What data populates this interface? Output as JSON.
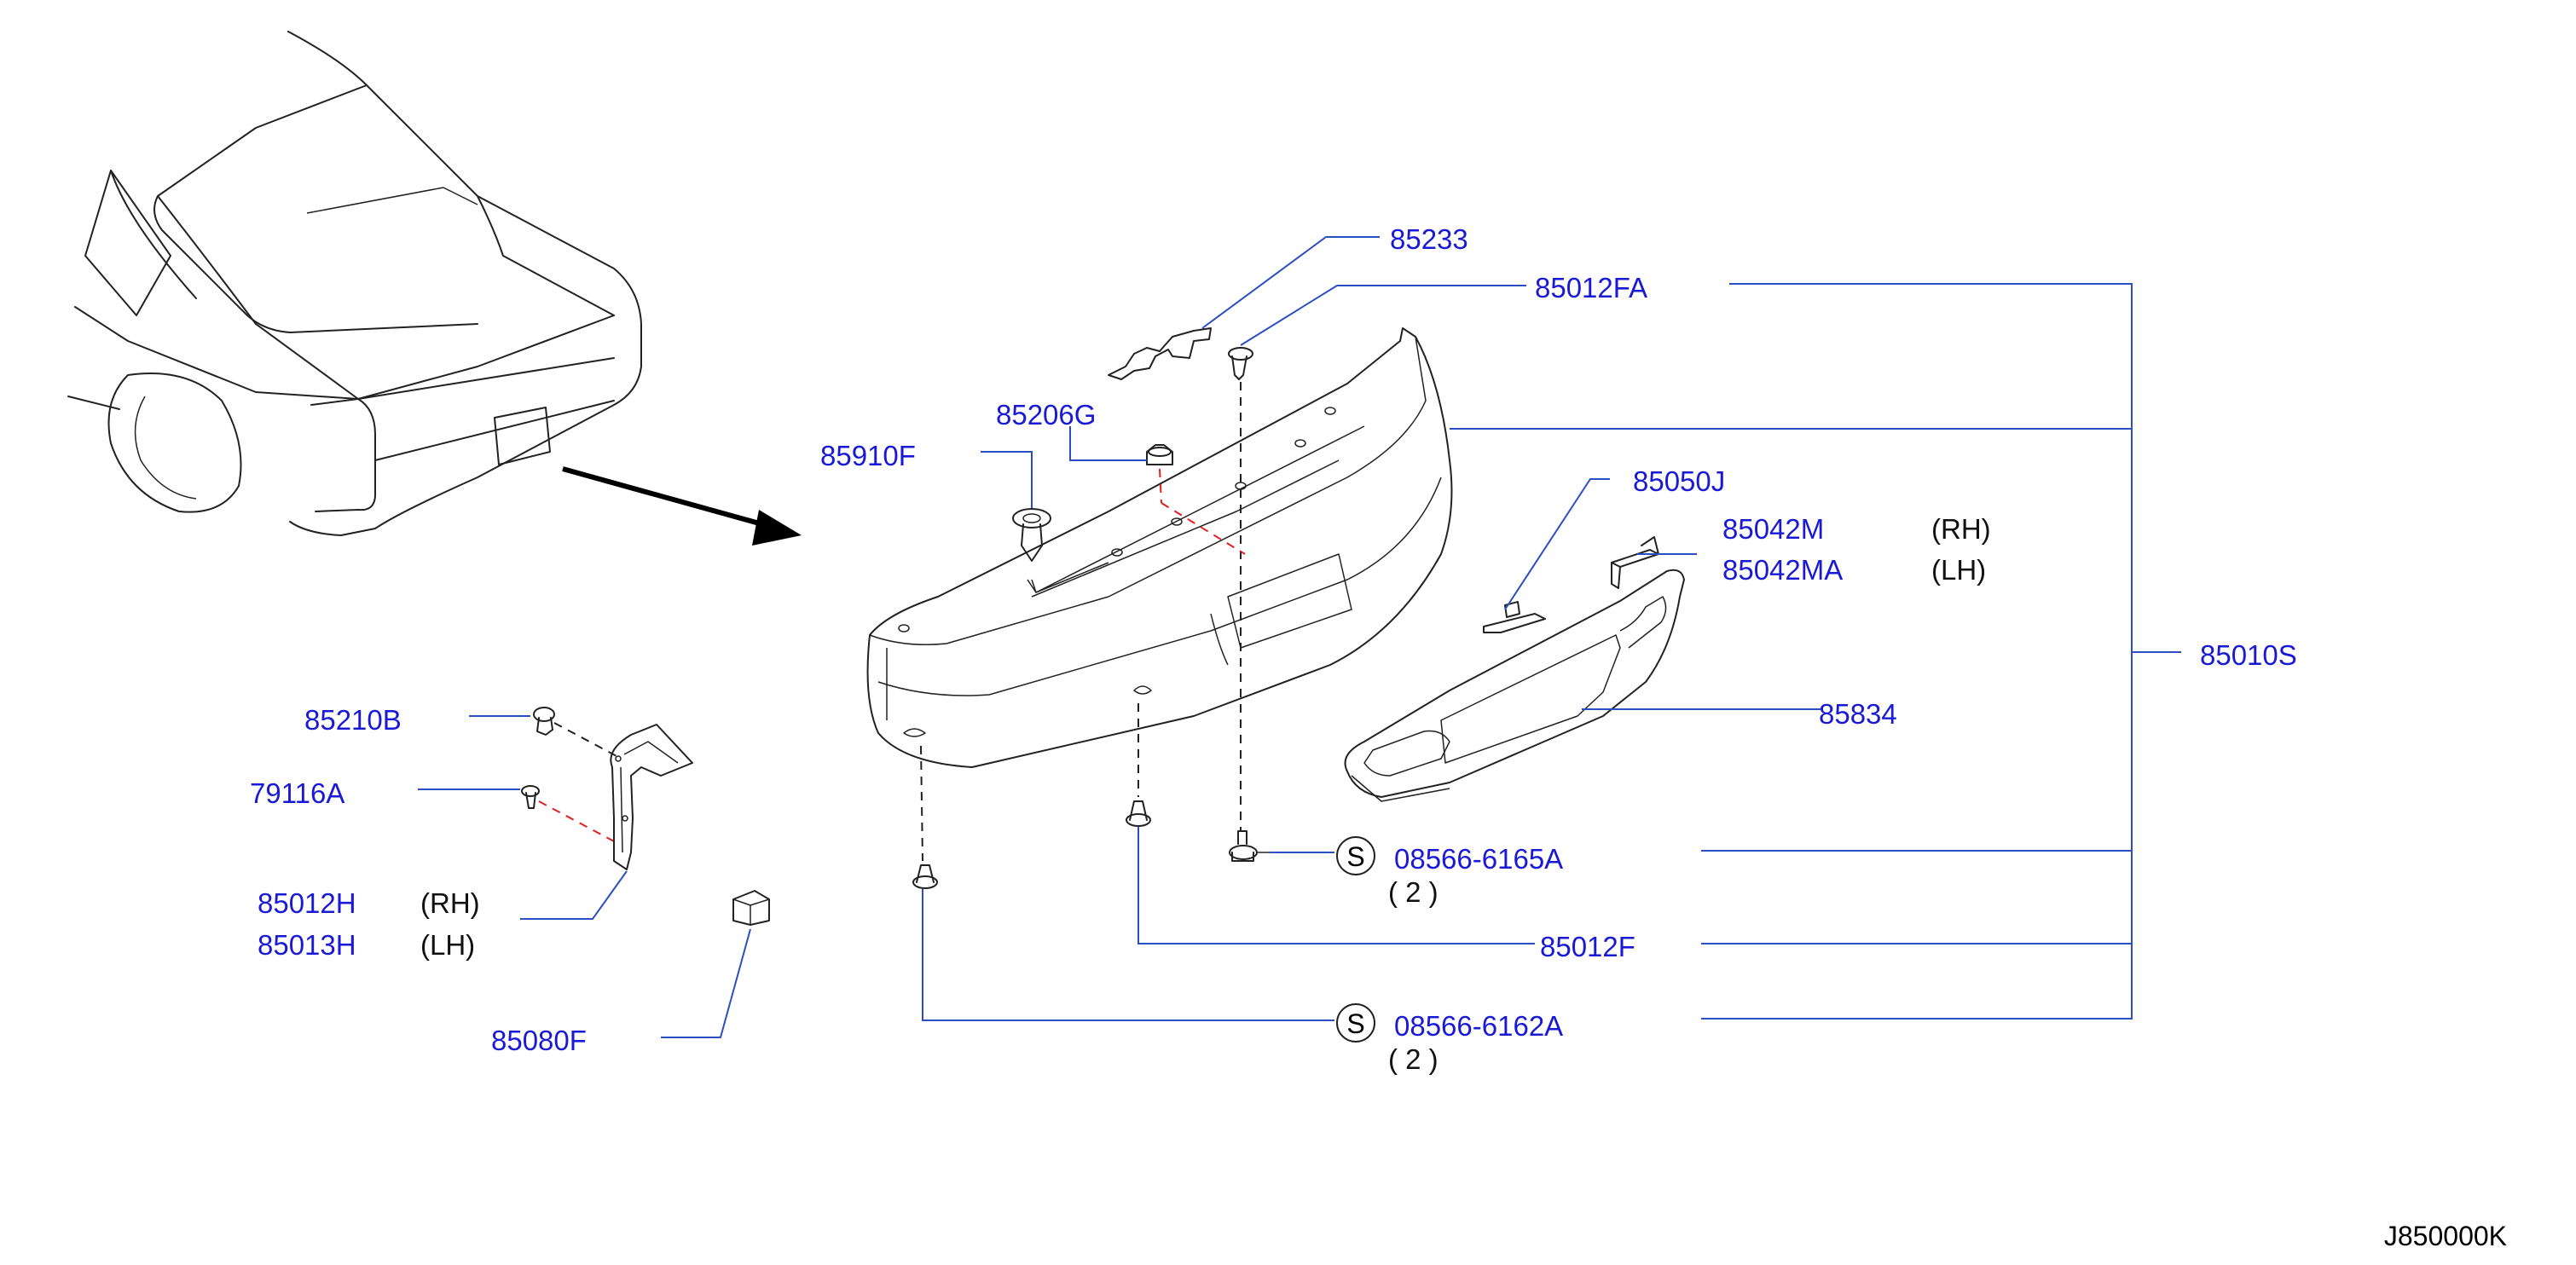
{
  "callouts": {
    "p85233": "85233",
    "p85012FA": "85012FA",
    "p85206G": "85206G",
    "p85910F": "85910F",
    "p85050J": "85050J",
    "p85042M": "85042M",
    "p85042M_side": "(RH)",
    "p85042MA": "85042MA",
    "p85042MA_side": "(LH)",
    "p85010S": "85010S",
    "p85834": "85834",
    "p85210B": "85210B",
    "p79116A": "79116A",
    "p85012H": "85012H",
    "p85012H_side": "(RH)",
    "p85013H": "85013H",
    "p85013H_side": "(LH)",
    "p85080F": "85080F",
    "p08566_6165A": "08566-6165A",
    "p08566_6165A_qty": "( 2 )",
    "p85012F": "85012F",
    "p08566_6162A": "08566-6162A",
    "p08566_6162A_qty": "( 2 )",
    "s_symbol_1": "S",
    "s_symbol_2": "S"
  },
  "diagram_code": "J850000K",
  "colors": {
    "part_number": "#1a1ad6",
    "leader_line": "#2b4fc2",
    "drawing_ink": "#222222",
    "mounting_hint": "#e02020"
  }
}
